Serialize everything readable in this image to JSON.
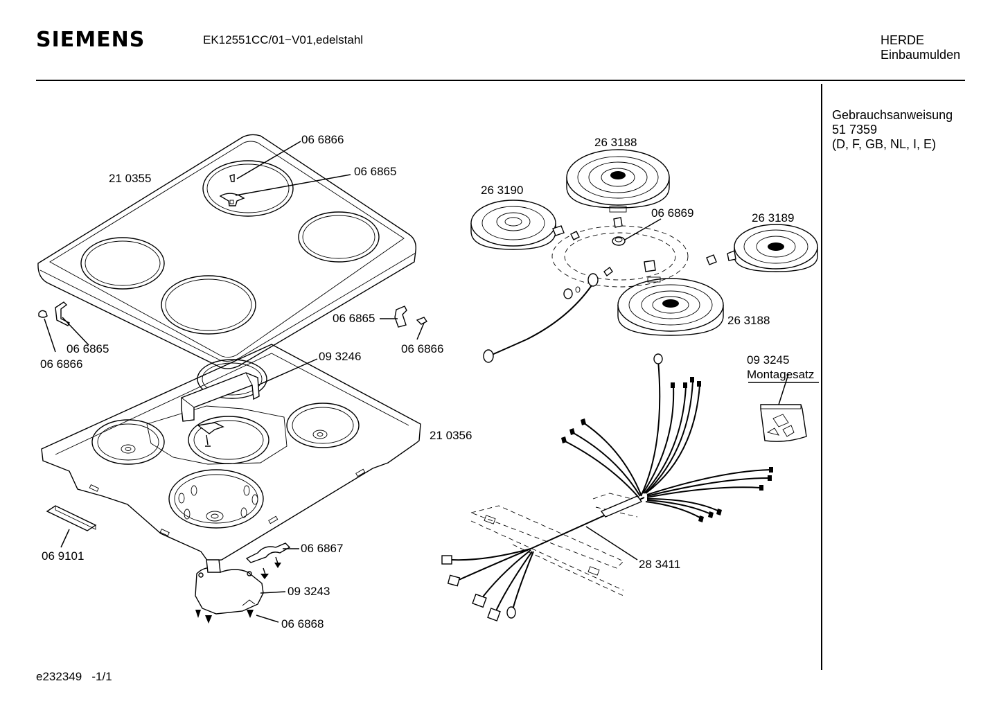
{
  "header": {
    "brand": "SIEMENS",
    "model": "EK12551CC/01−V01,edelstahl",
    "category_line1": "HERDE",
    "category_line2": "Einbaumulden"
  },
  "sidebar": {
    "manual_title": "Gebrauchsanweisung",
    "manual_number": "51 7359",
    "manual_languages": "(D, F, GB, NL, I, E)"
  },
  "parts": [
    {
      "id": "p-066866-a",
      "label": "06 6866"
    },
    {
      "id": "p-066865-a",
      "label": "06 6865"
    },
    {
      "id": "p-210355",
      "label": "21 0355"
    },
    {
      "id": "p-066865-b",
      "label": "06 6865"
    },
    {
      "id": "p-066866-b",
      "label": "06 6866"
    },
    {
      "id": "p-066865-c",
      "label": "06 6865"
    },
    {
      "id": "p-066866-c",
      "label": "06 6866"
    },
    {
      "id": "p-093246",
      "label": "09 3246"
    },
    {
      "id": "p-210356",
      "label": "21 0356"
    },
    {
      "id": "p-069101",
      "label": "06 9101"
    },
    {
      "id": "p-066867",
      "label": "06 6867"
    },
    {
      "id": "p-093243",
      "label": "09 3243"
    },
    {
      "id": "p-066868",
      "label": "06 6868"
    },
    {
      "id": "p-263188-a",
      "label": "26 3188"
    },
    {
      "id": "p-263190",
      "label": "26 3190"
    },
    {
      "id": "p-066869",
      "label": "06 6869"
    },
    {
      "id": "p-263189",
      "label": "26 3189"
    },
    {
      "id": "p-263188-b",
      "label": "26 3188"
    },
    {
      "id": "p-093245",
      "label": "09 3245"
    },
    {
      "id": "p-montagesatz",
      "label": "Montagesatz"
    },
    {
      "id": "p-283411",
      "label": "28 3411"
    }
  ],
  "footer": {
    "doc_id": "e232349",
    "page": "-1/1"
  }
}
